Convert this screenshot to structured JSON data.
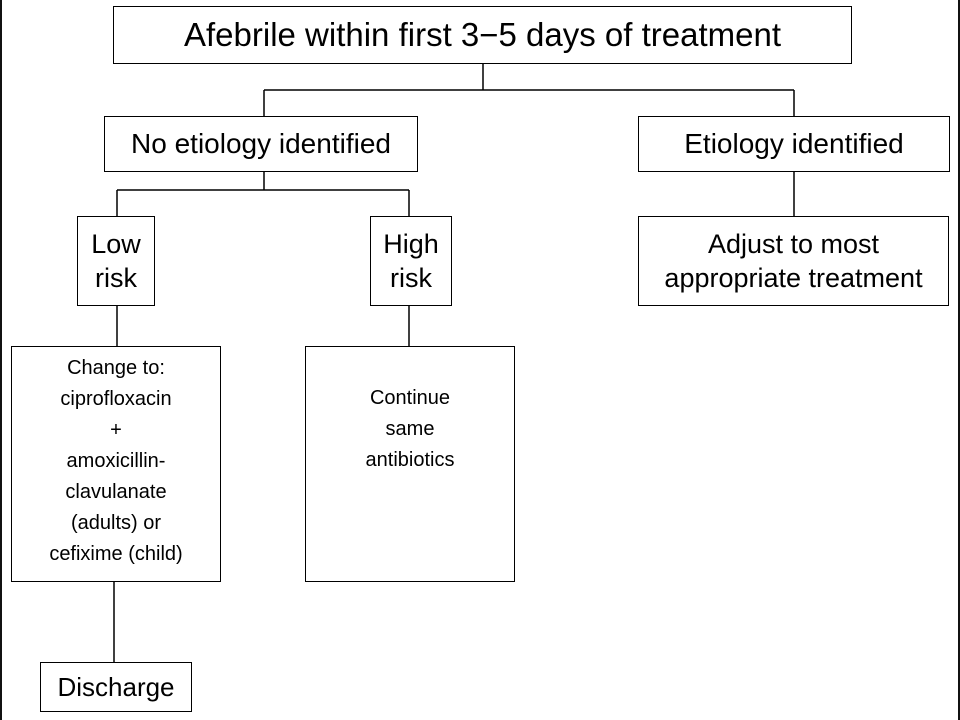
{
  "diagram": {
    "root": "Afebrile within first 3−5 days of treatment",
    "no_etiology": "No etiology identified",
    "etiology": "Etiology identified",
    "low_risk": [
      "Low",
      "risk"
    ],
    "high_risk": [
      "High",
      "risk"
    ],
    "adjust": [
      "Adjust to most",
      "appropriate treatment"
    ],
    "change": [
      "Change to:",
      "ciprofloxacin",
      "+",
      "amoxicillin-",
      "clavulanate",
      "(adults) or",
      "cefixime (child)"
    ],
    "continue": [
      "Continue",
      "same",
      "antibiotics"
    ],
    "discharge": "Discharge"
  }
}
